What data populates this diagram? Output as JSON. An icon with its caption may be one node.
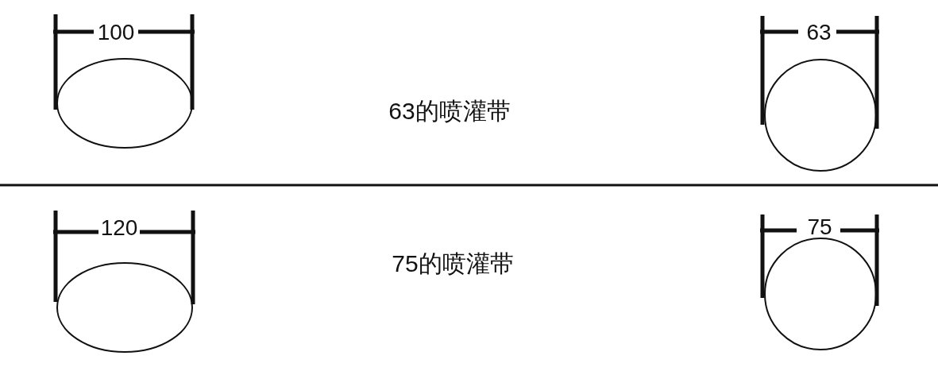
{
  "diagram": {
    "nodes": [
      {
        "text": [],
        "shape": "ellipse"
      },
      {
        "text": [],
        "shape": "circle"
      },
      {
        "text": [],
        "shape": "ellipse"
      },
      {
        "text": [],
        "shape": "circle"
      }
    ],
    "labels": [
      "100",
      "63的喷灌带",
      "63",
      "120",
      "75的喷灌带",
      "75"
    ]
  }
}
